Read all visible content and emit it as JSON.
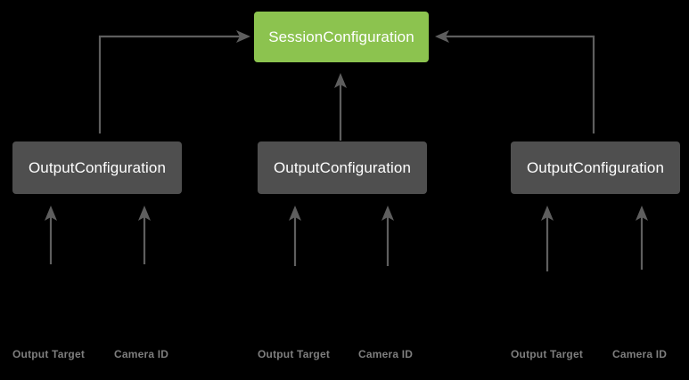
{
  "diagram": {
    "title_node": {
      "label": "SessionConfiguration",
      "color": "#8cc34f",
      "text_color": "#ffffff"
    },
    "background_color": "#000000",
    "edge_color": "#5e5e5e",
    "output_nodes": [
      {
        "label": "OutputConfiguration",
        "color": "#4f4f4f"
      },
      {
        "label": "OutputConfiguration",
        "color": "#4f4f4f"
      },
      {
        "label": "OutputConfiguration",
        "color": "#4f4f4f"
      }
    ],
    "leaf_labels": [
      {
        "output_target": "Output Target",
        "camera_id": "Camera ID"
      },
      {
        "output_target": "Output Target",
        "camera_id": "Camera ID"
      },
      {
        "output_target": "Output Target",
        "camera_id": "Camera ID"
      }
    ]
  }
}
